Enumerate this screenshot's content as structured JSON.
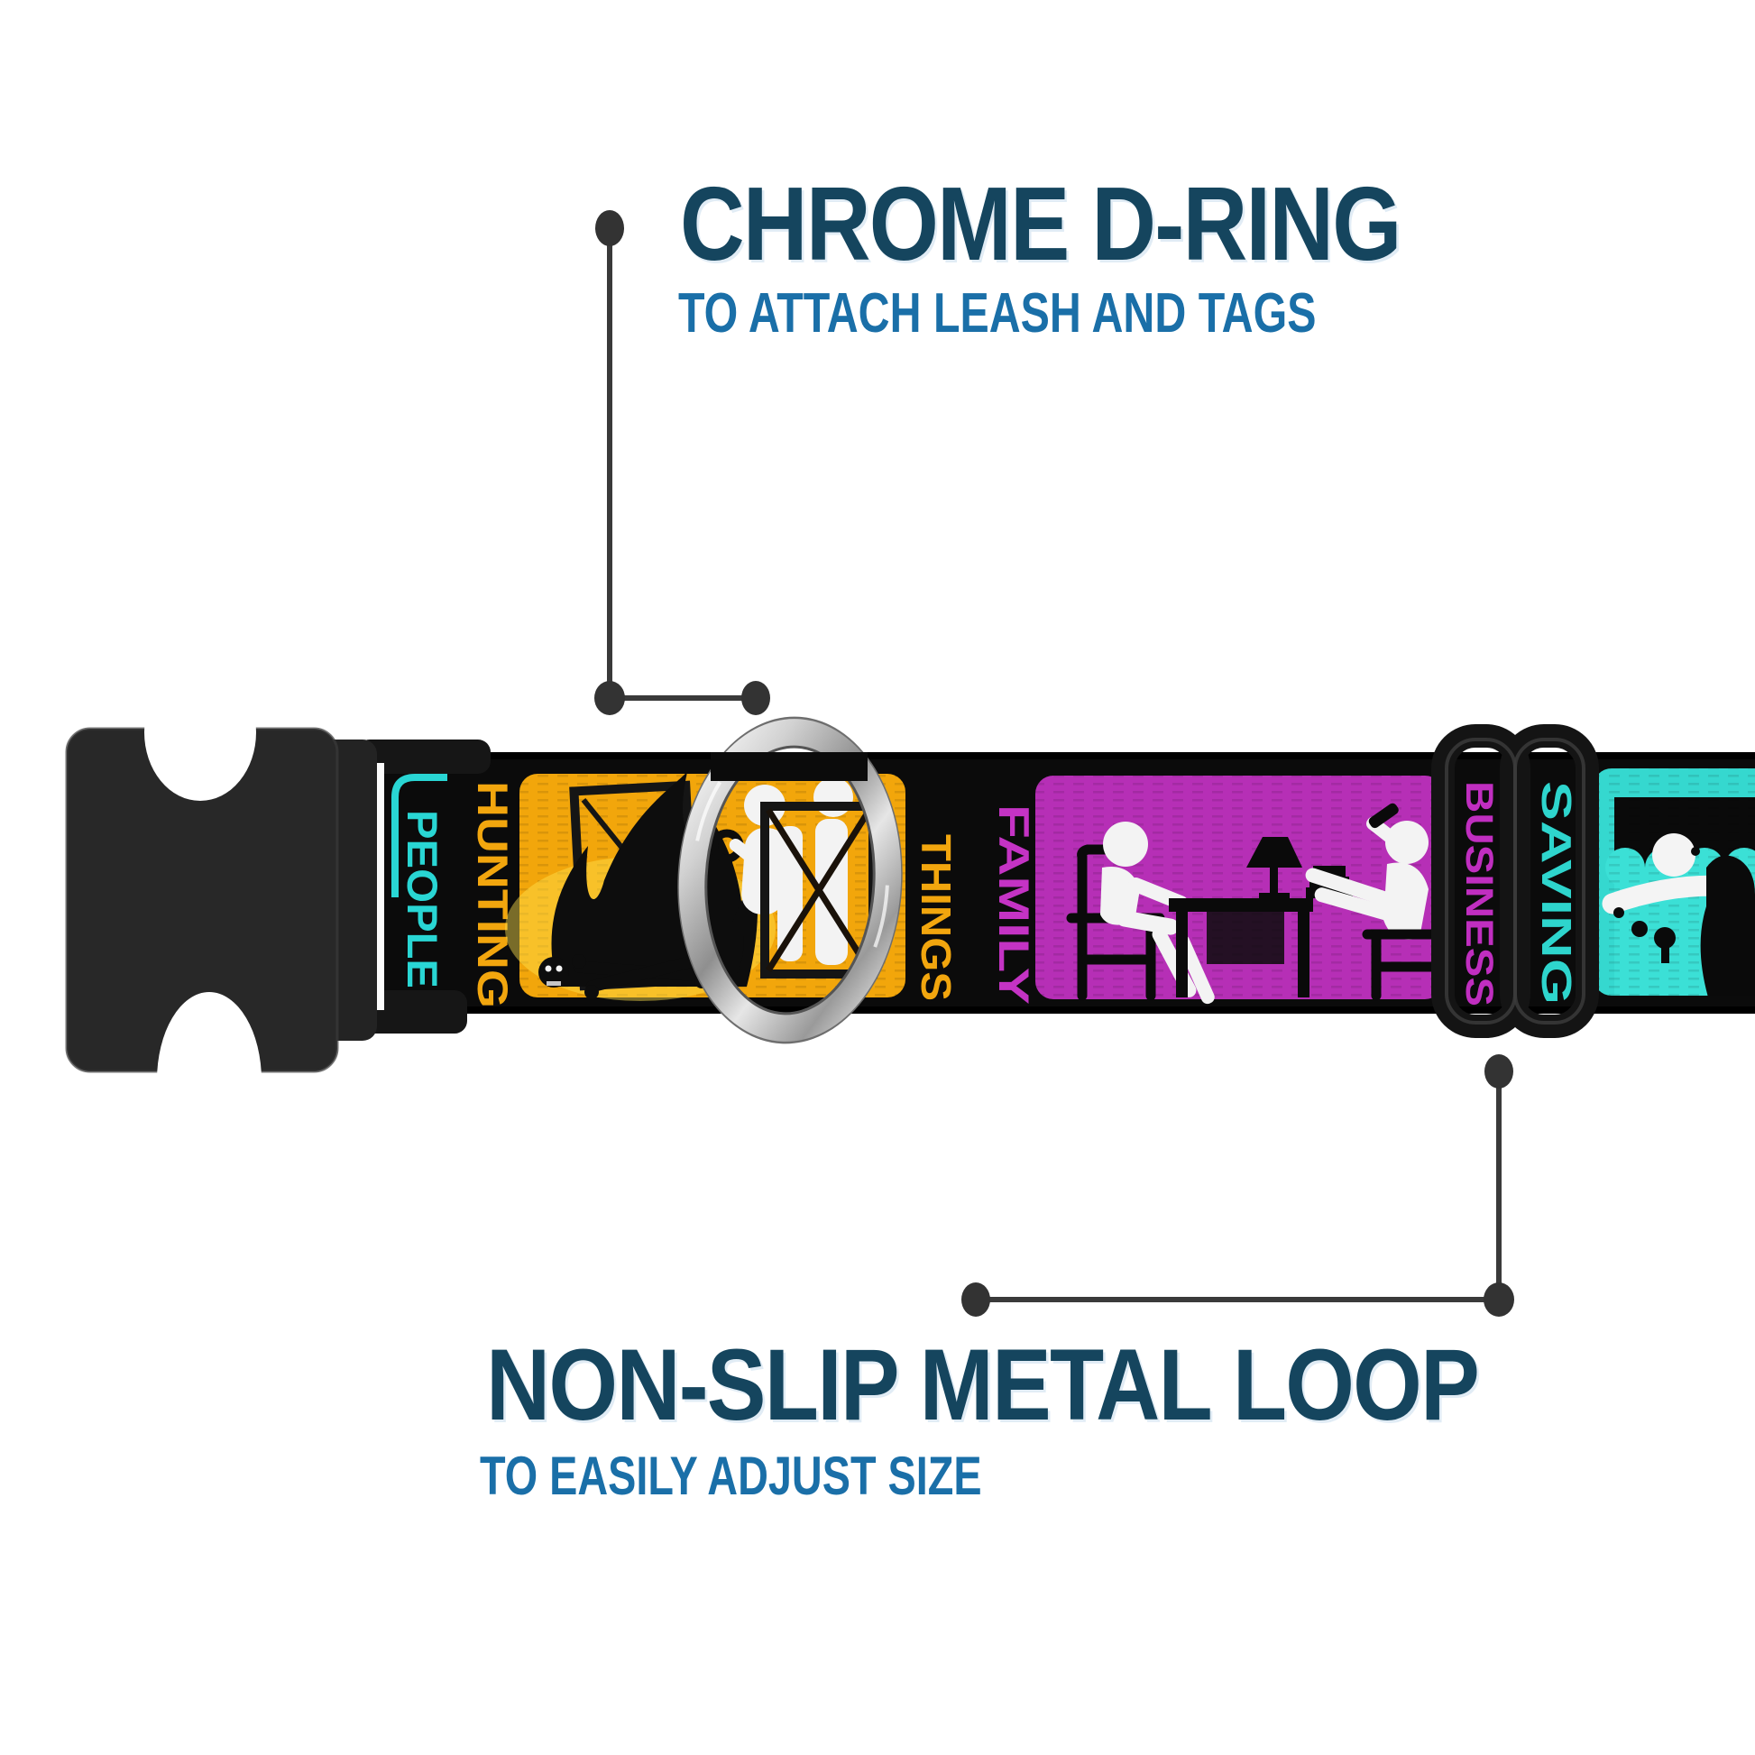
{
  "product": {
    "type": "dog-collar-product-callout-image",
    "parts": [
      "plastic side-release buckle",
      "chrome d-ring",
      "metal slide loop",
      "printed webbing strap"
    ]
  },
  "callouts": {
    "top": {
      "title": "CHROME D-RING",
      "subtitle": "TO ATTACH LEASH AND TAGS"
    },
    "bottom": {
      "title": "NON-SLIP METAL LOOP",
      "subtitle": "TO EASILY ADJUST SIZE"
    }
  },
  "collar": {
    "labels": {
      "people": "PEOPLE",
      "hunting": "HUNTING",
      "things": "THINGS",
      "family": "FAMILY",
      "business": "BUSINESS",
      "saving": "SAVING"
    },
    "icons": [
      "campfire-burning-frame-icon",
      "figure-with-shovel-icon",
      "crossed-out-figures-frame-icon",
      "family-at-desk-icon",
      "drowning-swimmer-icon"
    ]
  },
  "colors": {
    "title_navy": "#15455e",
    "subtitle_blue": "#1a6fa8",
    "leader_gray": "#3a3a3a",
    "strap_black": "#0b0b0b",
    "panel_yellow": "#f2a60b",
    "panel_magenta": "#b62fb6",
    "panel_teal": "#35d8cf",
    "water_teal": "#3be0d6",
    "text_teal": "#29d6d4",
    "text_yellow": "#f2a60e",
    "text_magenta": "#c433c4",
    "buckle_charcoal": "#262626",
    "chrome_silver": "#d9d9d9"
  }
}
